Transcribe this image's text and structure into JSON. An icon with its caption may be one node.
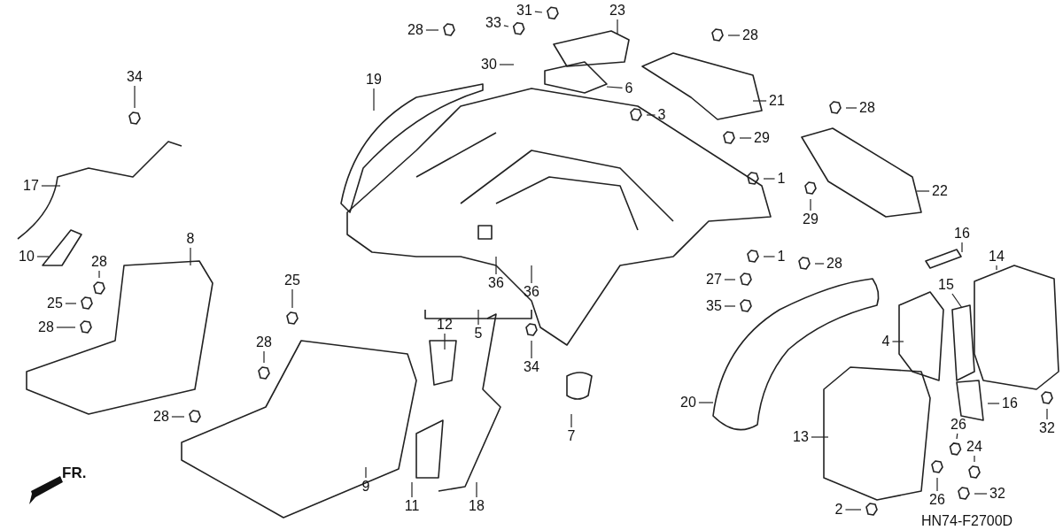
{
  "diagram": {
    "nodes": [
      {
        "text": [
          "34"
        ]
      },
      {
        "text": [
          "17"
        ]
      },
      {
        "text": [
          "10"
        ]
      },
      {
        "text": [
          "28"
        ]
      },
      {
        "text": [
          "8"
        ]
      },
      {
        "text": [
          "25"
        ]
      },
      {
        "text": [
          "28"
        ]
      },
      {
        "text": [
          "28"
        ]
      },
      {
        "text": [
          "25"
        ]
      },
      {
        "text": [
          "28"
        ]
      },
      {
        "text": [
          "9"
        ]
      },
      {
        "text": [
          "12"
        ]
      },
      {
        "text": [
          "11"
        ]
      },
      {
        "text": [
          "18"
        ]
      },
      {
        "text": [
          "5"
        ]
      },
      {
        "text": [
          "36"
        ]
      },
      {
        "text": [
          "36"
        ]
      },
      {
        "text": [
          "34"
        ]
      },
      {
        "text": [
          "7"
        ]
      },
      {
        "text": [
          "19"
        ]
      },
      {
        "text": [
          "28"
        ]
      },
      {
        "text": [
          "33"
        ]
      },
      {
        "text": [
          "31"
        ]
      },
      {
        "text": [
          "30"
        ]
      },
      {
        "text": [
          "23"
        ]
      },
      {
        "text": [
          "6"
        ]
      },
      {
        "text": [
          "3"
        ]
      },
      {
        "text": [
          "28"
        ]
      },
      {
        "text": [
          "21"
        ]
      },
      {
        "text": [
          "29"
        ]
      },
      {
        "text": [
          "1"
        ]
      },
      {
        "text": [
          "28"
        ]
      },
      {
        "text": [
          "22"
        ]
      },
      {
        "text": [
          "29"
        ]
      },
      {
        "text": [
          "1"
        ]
      },
      {
        "text": [
          "28"
        ]
      },
      {
        "text": [
          "27"
        ]
      },
      {
        "text": [
          "35"
        ]
      },
      {
        "text": [
          "20"
        ]
      },
      {
        "text": [
          "16"
        ]
      },
      {
        "text": [
          "14"
        ]
      },
      {
        "text": [
          "15"
        ]
      },
      {
        "text": [
          "4"
        ]
      },
      {
        "text": [
          "16"
        ]
      },
      {
        "text": [
          "32"
        ]
      },
      {
        "text": [
          "13"
        ]
      },
      {
        "text": [
          "26"
        ]
      },
      {
        "text": [
          "24"
        ]
      },
      {
        "text": [
          "26"
        ]
      },
      {
        "text": [
          "32"
        ]
      },
      {
        "text": [
          "2"
        ]
      }
    ],
    "edges": [
      {
        "from": 0,
        "to": null,
        "arrow": "none"
      },
      {
        "from": 1,
        "to": null,
        "arrow": "none"
      },
      {
        "from": 2,
        "to": null,
        "arrow": "none"
      },
      {
        "from": 3,
        "to": null,
        "arrow": "none"
      },
      {
        "from": 4,
        "to": null,
        "arrow": "none"
      },
      {
        "from": 5,
        "to": null,
        "arrow": "none"
      },
      {
        "from": 6,
        "to": null,
        "arrow": "none"
      },
      {
        "from": 7,
        "to": null,
        "arrow": "none"
      },
      {
        "from": 8,
        "to": null,
        "arrow": "none"
      },
      {
        "from": 9,
        "to": null,
        "arrow": "none"
      },
      {
        "from": 10,
        "to": null,
        "arrow": "none"
      },
      {
        "from": 11,
        "to": null,
        "arrow": "none"
      },
      {
        "from": 12,
        "to": null,
        "arrow": "none"
      },
      {
        "from": 13,
        "to": null,
        "arrow": "none"
      },
      {
        "from": 14,
        "to": null,
        "arrow": "none"
      },
      {
        "from": 15,
        "to": null,
        "arrow": "none"
      },
      {
        "from": 16,
        "to": null,
        "arrow": "none"
      },
      {
        "from": 17,
        "to": null,
        "arrow": "none"
      },
      {
        "from": 18,
        "to": null,
        "arrow": "none"
      },
      {
        "from": 19,
        "to": null,
        "arrow": "none"
      },
      {
        "from": 20,
        "to": null,
        "arrow": "none"
      },
      {
        "from": 21,
        "to": null,
        "arrow": "none"
      },
      {
        "from": 22,
        "to": null,
        "arrow": "none"
      },
      {
        "from": 23,
        "to": null,
        "arrow": "none"
      },
      {
        "from": 24,
        "to": null,
        "arrow": "none"
      },
      {
        "from": 25,
        "to": null,
        "arrow": "none"
      },
      {
        "from": 26,
        "to": null,
        "arrow": "none"
      },
      {
        "from": 27,
        "to": null,
        "arrow": "none"
      },
      {
        "from": 28,
        "to": null,
        "arrow": "none"
      },
      {
        "from": 29,
        "to": null,
        "arrow": "none"
      },
      {
        "from": 30,
        "to": null,
        "arrow": "none"
      },
      {
        "from": 31,
        "to": null,
        "arrow": "none"
      },
      {
        "from": 32,
        "to": null,
        "arrow": "none"
      },
      {
        "from": 33,
        "to": null,
        "arrow": "none"
      },
      {
        "from": 34,
        "to": null,
        "arrow": "none"
      },
      {
        "from": 35,
        "to": null,
        "arrow": "none"
      },
      {
        "from": 36,
        "to": null,
        "arrow": "none"
      },
      {
        "from": 37,
        "to": null,
        "arrow": "none"
      },
      {
        "from": 38,
        "to": null,
        "arrow": "none"
      },
      {
        "from": 39,
        "to": null,
        "arrow": "none"
      },
      {
        "from": 40,
        "to": null,
        "arrow": "none"
      },
      {
        "from": 41,
        "to": null,
        "arrow": "none"
      },
      {
        "from": 42,
        "to": null,
        "arrow": "none"
      },
      {
        "from": 43,
        "to": null,
        "arrow": "none"
      },
      {
        "from": 44,
        "to": null,
        "arrow": "none"
      },
      {
        "from": 45,
        "to": null,
        "arrow": "none"
      },
      {
        "from": 46,
        "to": null,
        "arrow": "none"
      },
      {
        "from": 47,
        "to": null,
        "arrow": "none"
      },
      {
        "from": 48,
        "to": null,
        "arrow": "none"
      },
      {
        "from": 49,
        "to": null,
        "arrow": "none"
      },
      {
        "from": 50,
        "to": null,
        "arrow": "none"
      }
    ],
    "labels": [
      "FR.",
      "HN74-F2700D"
    ]
  }
}
